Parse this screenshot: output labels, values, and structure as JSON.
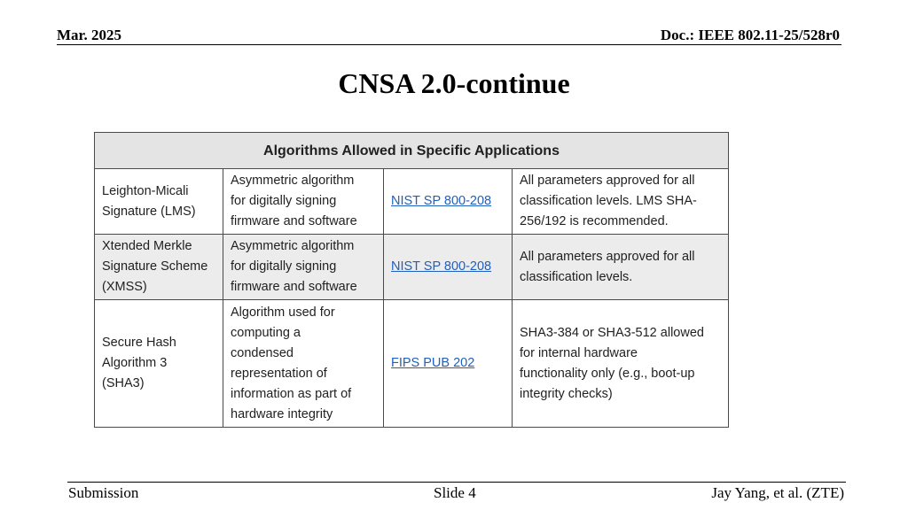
{
  "header": {
    "date": "Mar. 2025",
    "doc": "Doc.: IEEE 802.11-25/528r0"
  },
  "title": "CNSA 2.0-continue",
  "table": {
    "heading": "Algorithms Allowed in Specific Applications",
    "rows": [
      {
        "name": [
          "Leighton-Micali",
          "Signature (LMS)"
        ],
        "function": [
          "Asymmetric algorithm",
          "for digitally signing",
          "firmware and software"
        ],
        "spec": "NIST SP 800-208",
        "params": [
          "All parameters approved for all",
          "classification levels. LMS SHA-",
          "256/192 is recommended."
        ]
      },
      {
        "name": [
          "Xtended Merkle",
          "Signature Scheme",
          "(XMSS)"
        ],
        "function": [
          "Asymmetric algorithm",
          "for digitally signing",
          "firmware and software"
        ],
        "spec": "NIST SP 800-208",
        "params": [
          "All parameters approved for all",
          "classification levels."
        ]
      },
      {
        "name": [
          "Secure Hash",
          "Algorithm 3",
          "(SHA3)"
        ],
        "function": [
          "Algorithm used for",
          "computing a",
          "condensed",
          "representation of",
          "information as part of",
          "hardware integrity"
        ],
        "spec": "FIPS PUB 202",
        "params": [
          "SHA3-384 or SHA3-512 allowed",
          "for internal hardware",
          "functionality only (e.g., boot-up",
          "integrity checks)"
        ]
      }
    ]
  },
  "footer": {
    "left": "Submission",
    "center": "Slide 4",
    "right": "Jay Yang, et al. (ZTE)"
  }
}
